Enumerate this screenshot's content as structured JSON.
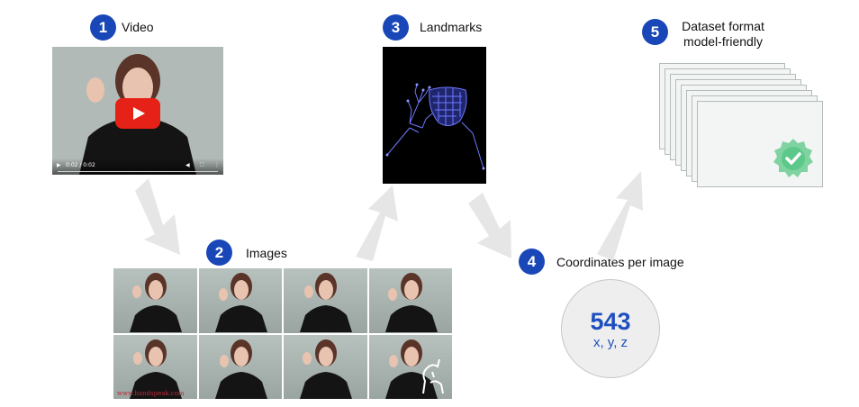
{
  "steps": [
    {
      "number": "1",
      "label": "Video"
    },
    {
      "number": "2",
      "label": "Images"
    },
    {
      "number": "3",
      "label": "Landmarks"
    },
    {
      "number": "4",
      "label": "Coordinates per image"
    },
    {
      "number": "5",
      "label_line1": "Dataset format",
      "label_line2": "model-friendly"
    }
  ],
  "video": {
    "time_label": "0:02 / 0:02",
    "play_icon": "youtube-play-icon"
  },
  "coordinates": {
    "count": "543",
    "axes": "x, y, z"
  },
  "watermark": "www.handspeak.com",
  "colors": {
    "badge": "#1a47b8",
    "coord_text": "#1f4fbf",
    "arrow": "#e6e6e6",
    "check": "#5cc889",
    "landmark_line": "#6e79ff"
  }
}
